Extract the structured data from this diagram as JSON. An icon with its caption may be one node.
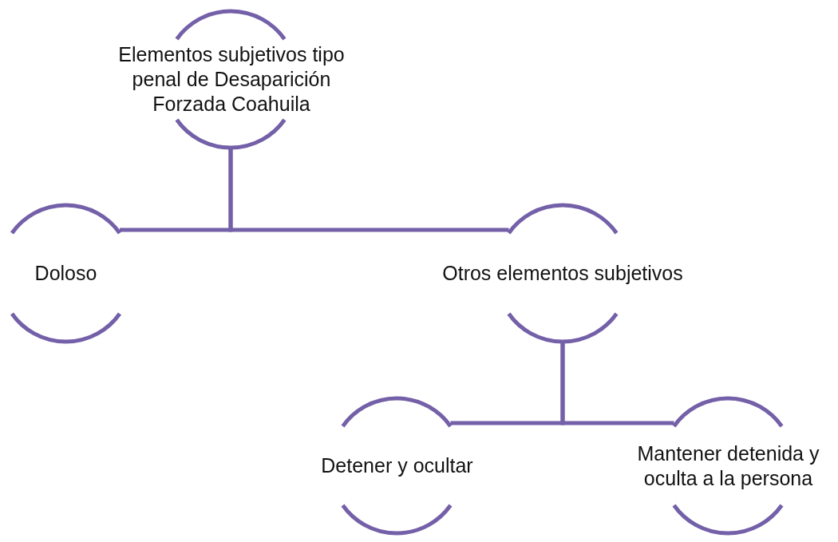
{
  "diagram": {
    "nodes": [
      {
        "text": [
          "Elementos subjetivos tipo penal de Desaparición Forzada Coahuila"
        ]
      },
      {
        "text": [
          "Doloso"
        ]
      },
      {
        "text": [
          "Otros elementos subjetivos"
        ]
      },
      {
        "text": [
          "Detener y ocultar"
        ]
      },
      {
        "text": [
          "Mantener detenida y oculta a la persona"
        ]
      }
    ],
    "edges": [
      {
        "from": 0,
        "to": 1,
        "arrow": "none"
      },
      {
        "from": 0,
        "to": 2,
        "arrow": "none"
      },
      {
        "from": 2,
        "to": 3,
        "arrow": "none"
      },
      {
        "from": 2,
        "to": 4,
        "arrow": "none"
      }
    ]
  }
}
